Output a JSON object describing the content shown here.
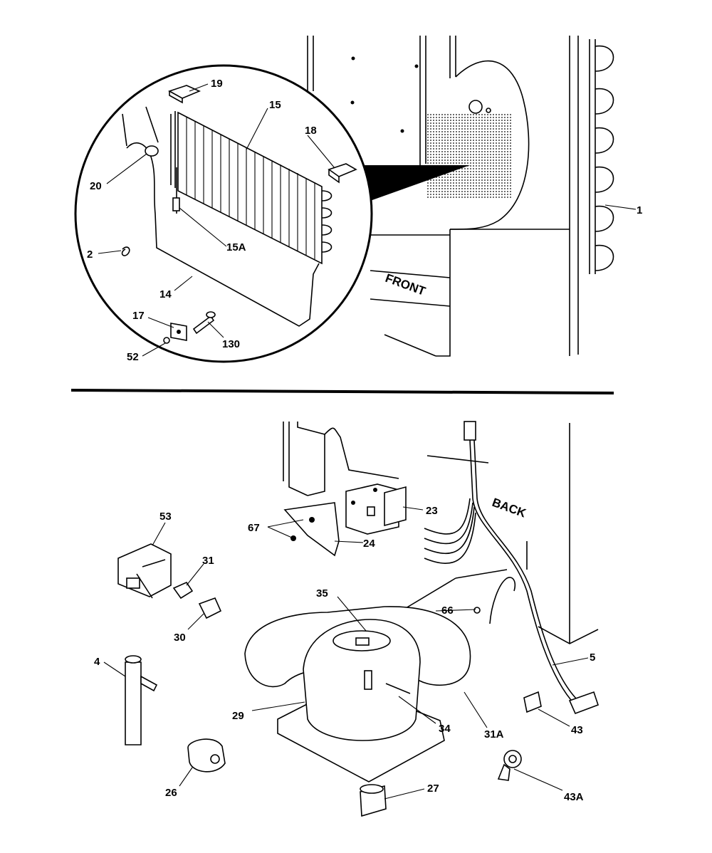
{
  "diagram": {
    "top_view_text": "FRONT",
    "bottom_view_text": "BACK",
    "parts": [
      {
        "id": "p19",
        "label": "19"
      },
      {
        "id": "p15",
        "label": "15"
      },
      {
        "id": "p18",
        "label": "18"
      },
      {
        "id": "p20",
        "label": "20"
      },
      {
        "id": "p2",
        "label": "2"
      },
      {
        "id": "p15A",
        "label": "15A"
      },
      {
        "id": "p14",
        "label": "14"
      },
      {
        "id": "p17",
        "label": "17"
      },
      {
        "id": "p130",
        "label": "130"
      },
      {
        "id": "p52",
        "label": "52"
      },
      {
        "id": "p1",
        "label": "1"
      },
      {
        "id": "p53",
        "label": "53"
      },
      {
        "id": "p67",
        "label": "67"
      },
      {
        "id": "p24",
        "label": "24"
      },
      {
        "id": "p23",
        "label": "23"
      },
      {
        "id": "p31",
        "label": "31"
      },
      {
        "id": "p30",
        "label": "30"
      },
      {
        "id": "p35",
        "label": "35"
      },
      {
        "id": "p66",
        "label": "66"
      },
      {
        "id": "p4",
        "label": "4"
      },
      {
        "id": "p29",
        "label": "29"
      },
      {
        "id": "p34",
        "label": "34"
      },
      {
        "id": "p31A",
        "label": "31A"
      },
      {
        "id": "p5",
        "label": "5"
      },
      {
        "id": "p43",
        "label": "43"
      },
      {
        "id": "p26",
        "label": "26"
      },
      {
        "id": "p27",
        "label": "27"
      },
      {
        "id": "p43A",
        "label": "43A"
      }
    ]
  }
}
